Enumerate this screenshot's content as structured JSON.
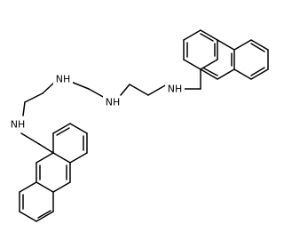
{
  "molecule": {
    "atoms": [
      {
        "id": "N1",
        "text": "NH"
      },
      {
        "id": "N2",
        "text": "NH"
      },
      {
        "id": "N3",
        "text": "NH"
      },
      {
        "id": "N4",
        "text": "NH"
      }
    ]
  },
  "colors": {
    "bond": "#000000",
    "label": "#000000",
    "background": "#ffffff"
  }
}
